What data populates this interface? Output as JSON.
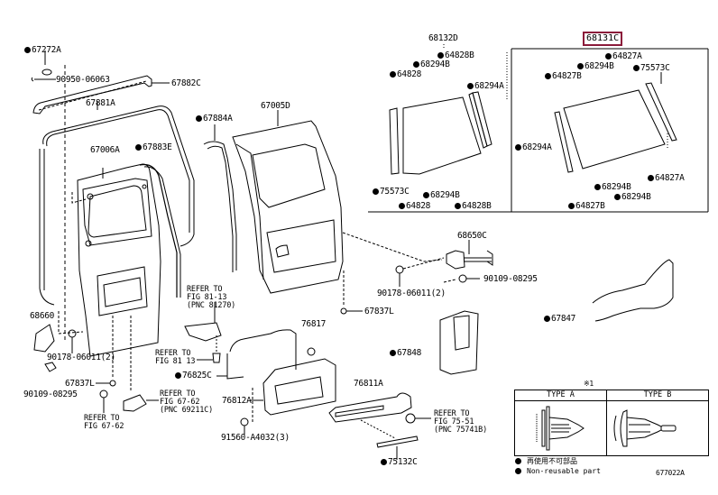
{
  "diagram": {
    "type": "exploded-parts-diagram",
    "figure_code": "677022A",
    "highlighted_part": "68131C"
  },
  "labels": {
    "p67272A": "67272A",
    "p90950": "90950-06063",
    "p67882C": "67882C",
    "p67881A": "67881A",
    "p67884A": "67884A",
    "p67005D": "67005D",
    "p67006A": "67006A",
    "p67883E": "67883E",
    "p68660": "68660",
    "p90178a": "90178-06011(2)",
    "p67837La": "67837L",
    "p90109a": "90109-08295",
    "p76817": "76817",
    "p76825C": "76825C",
    "p76812A": "76812A",
    "p91560": "91560-A4032(3)",
    "p68650C": "68650C",
    "p90109b": "90109-08295",
    "p90178b": "90178-06011(2)",
    "p67837Lb": "67837L",
    "p67848": "67848",
    "p67847": "67847",
    "p76811A": "76811A",
    "p75132C": "75132C",
    "p68132D": "68132D",
    "l64828B_top": "64828B",
    "l68294B_top": "68294B",
    "l64828_top": "64828",
    "l68294A": "68294A",
    "l75573C": "75573C",
    "l68294B_bot": "68294B",
    "l64828_bot": "64828",
    "l64828B_bot": "64828B",
    "p68131C": "68131C",
    "r64827A_top": "64827A",
    "r68294B_top": "68294B",
    "r75573C": "75573C",
    "r64827B_top": "64827B",
    "r68294A": "68294A",
    "r64827A_bot": "64827A",
    "r68294B_bot1": "68294B",
    "r68294B_bot2": "68294B",
    "r64827B_bot": "64827B"
  },
  "refs": {
    "fig81_13_pnc": "REFER TO\nFIG 81-13\n(PNC 81270)",
    "fig81_13": "REFER TO\nFIG 81 13",
    "fig67_62_pnc": "REFER TO\nFIG 67-62\n(PNC 69211C)",
    "fig67_62": "REFER TO\nFIG 67-62",
    "fig75_51": "REFER TO\nFIG 75-51\n(PNC 75741B)"
  },
  "legend": {
    "title": "※1",
    "type_a": "TYPE A",
    "type_b": "TYPE B",
    "note_cn": "再使用不可部品",
    "note_en": "Non-reusable part"
  }
}
